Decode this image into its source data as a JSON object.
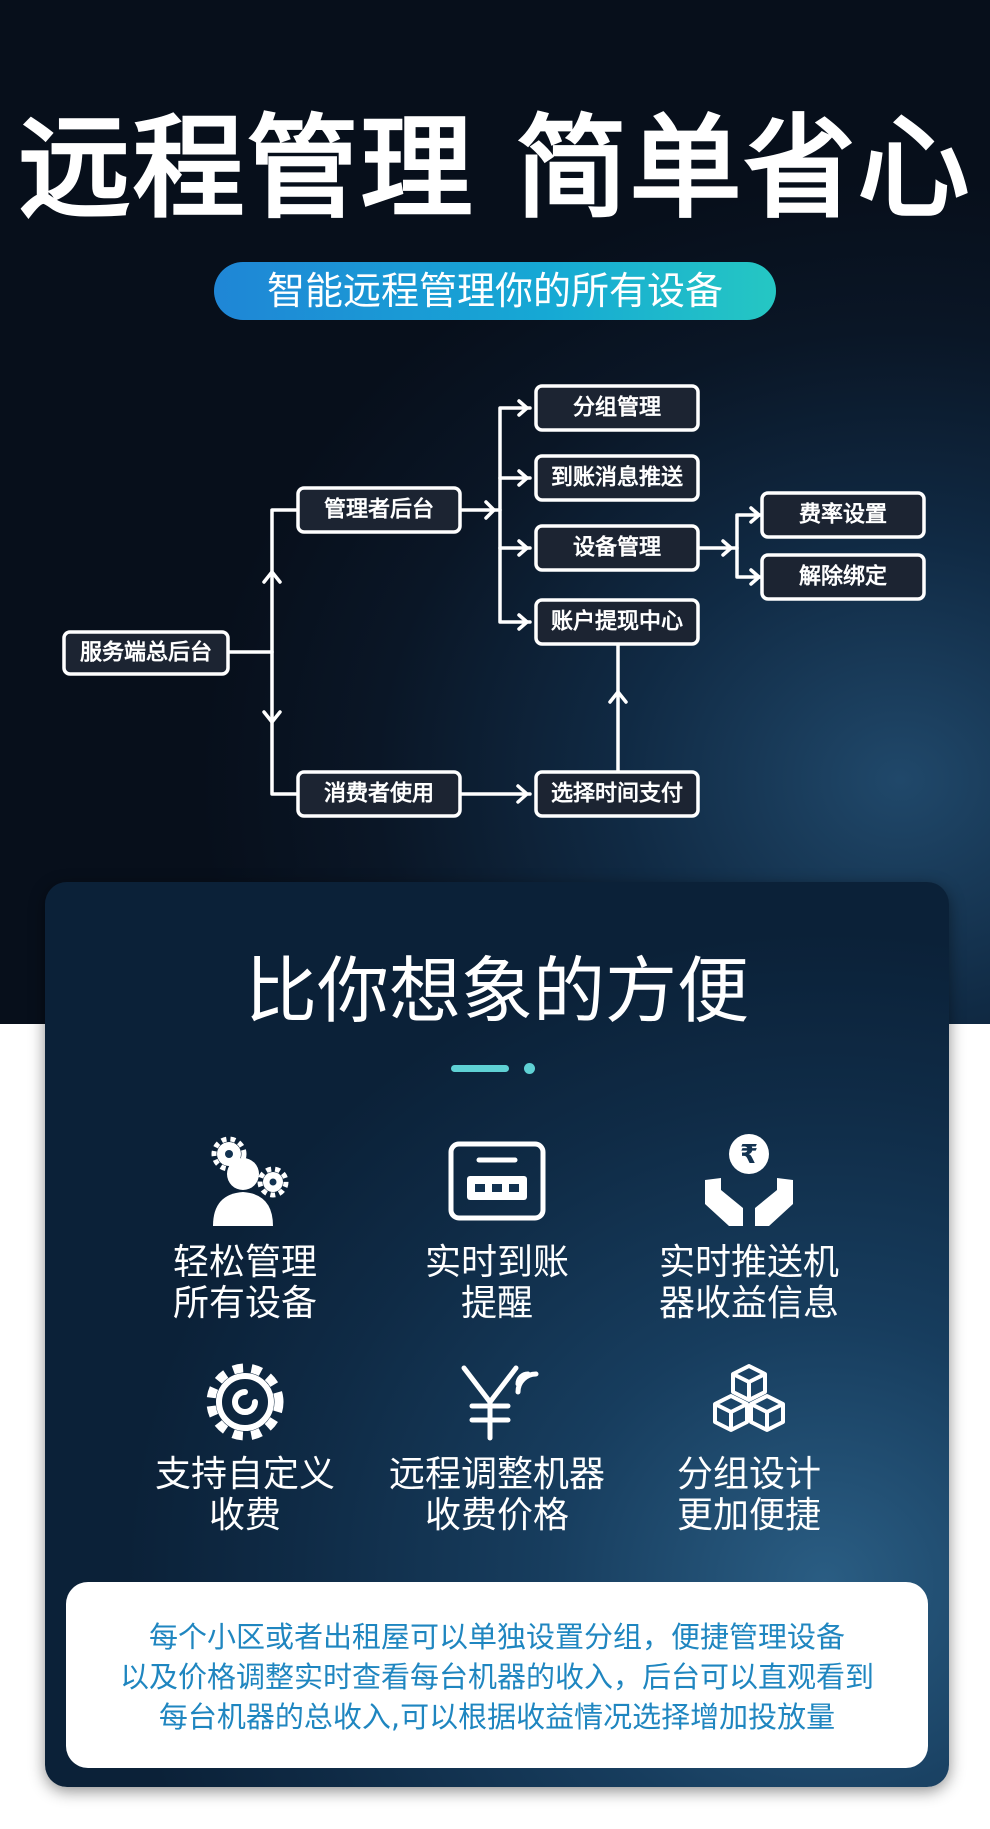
{
  "hero": {
    "title": "远程管理 简单省心",
    "subtitle": "智能远程管理你的所有设备"
  },
  "flowchart": {
    "server_admin": "服务端总后台",
    "manager_admin": "管理者后台",
    "consumer_use": "消费者使用",
    "group_management": "分组管理",
    "payment_push": "到账消息推送",
    "device_management": "设备管理",
    "withdraw_center": "账户提现中心",
    "choose_time_pay": "选择时间支付",
    "rate_settings": "费率设置",
    "unbind": "解除绑定"
  },
  "card": {
    "title": "比你想象的方便",
    "features": [
      {
        "icon": "user-gears-icon",
        "label": "轻松管理\n所有设备"
      },
      {
        "icon": "terminal-screen-icon",
        "label": "实时到账\n提醒"
      },
      {
        "icon": "hands-coin-icon",
        "label": "实时推送机\n器收益信息"
      },
      {
        "icon": "gear-icon",
        "label": "支持自定义\n收费"
      },
      {
        "icon": "yen-signal-icon",
        "label": "远程调整机器\n收费价格"
      },
      {
        "icon": "boxes-icon",
        "label": "分组设计\n更加便捷"
      }
    ],
    "note": "每个小区或者出租屋可以单独设置分组，便捷管理设备\n以及价格调整实时查看每台机器的收入，后台可以直观看到\n每台机器的总收入,可以根据收益情况选择增加投放量"
  },
  "colors": {
    "accent_teal": "#5fd1d4",
    "pill_start": "#1f86d6",
    "pill_end": "#25c7c3",
    "note_text": "#1f86c0"
  }
}
